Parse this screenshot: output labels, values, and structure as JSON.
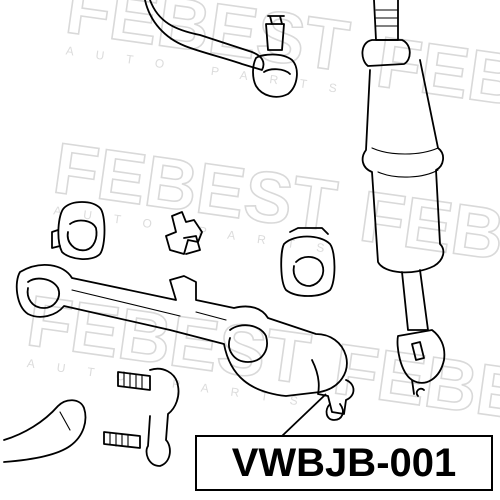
{
  "watermark": {
    "brand": "FEBEST",
    "tagline": "AUTO PARTS"
  },
  "part_number": "VWBJB-001"
}
